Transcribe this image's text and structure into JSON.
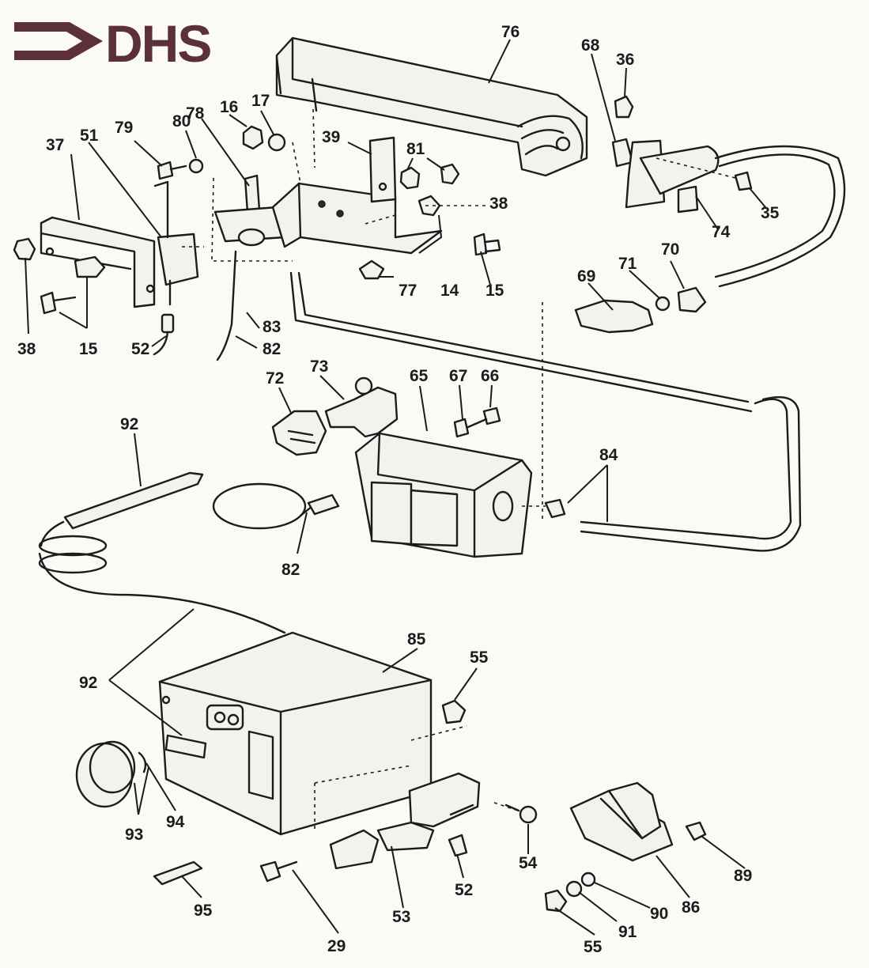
{
  "logo": {
    "text": "DHS",
    "color": "#5b3039"
  },
  "labels": {
    "l76": "76",
    "l68": "68",
    "l36": "36",
    "l16": "16",
    "l17": "17",
    "l80": "80",
    "l78": "78",
    "l79": "79",
    "l37": "37",
    "l51": "51",
    "l39": "39",
    "l81": "81",
    "l38a": "38",
    "l38b": "38",
    "l35": "35",
    "l74": "74",
    "l15a": "15",
    "l15b": "15",
    "l77": "77",
    "l14": "14",
    "l70": "70",
    "l71": "71",
    "l69": "69",
    "l83": "83",
    "l82a": "82",
    "l52a": "52",
    "l72": "72",
    "l73": "73",
    "l65": "65",
    "l67": "67",
    "l66": "66",
    "l84": "84",
    "l92a": "92",
    "l82b": "82",
    "l85": "85",
    "l55a": "55",
    "l92b": "92",
    "l93": "93",
    "l94": "94",
    "l95": "95",
    "l29": "29",
    "l53": "53",
    "l52b": "52",
    "l54": "54",
    "l86": "86",
    "l89": "89",
    "l90": "90",
    "l91": "91",
    "l55b": "55"
  }
}
